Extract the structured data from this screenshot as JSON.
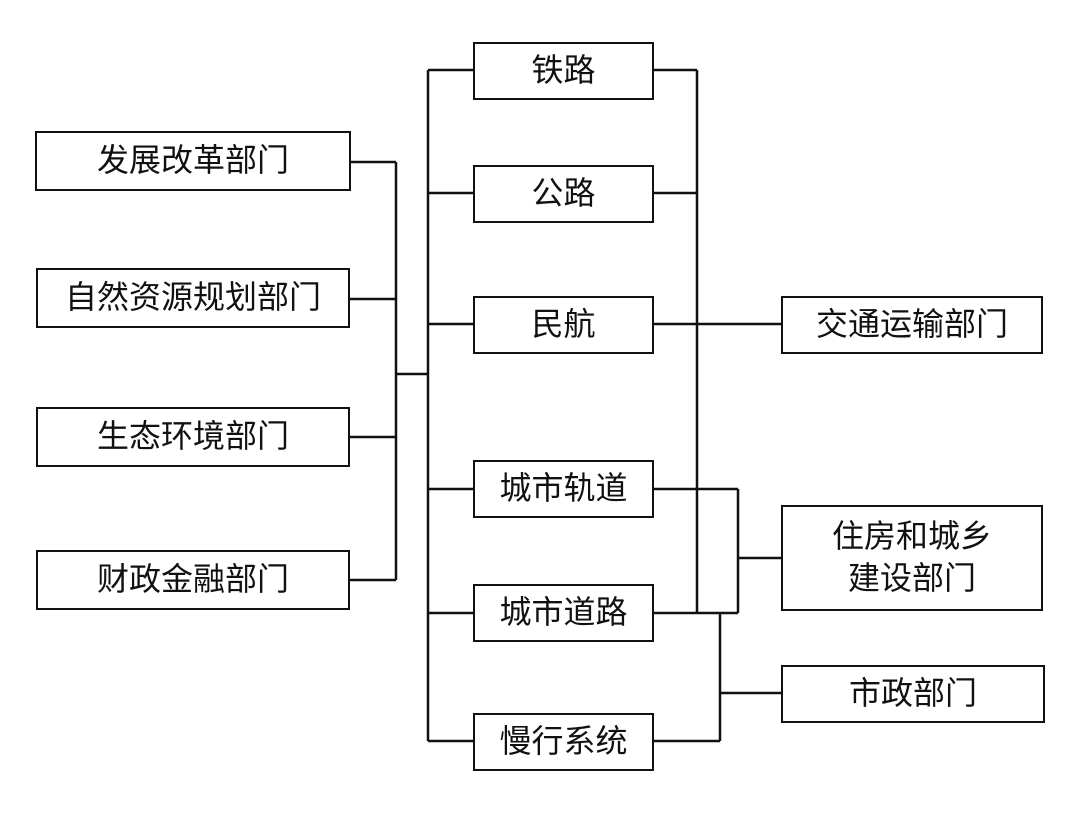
{
  "left_departments": [
    {
      "label": "发展改革部门"
    },
    {
      "label": "自然资源规划部门"
    },
    {
      "label": "生态环境部门"
    },
    {
      "label": "财政金融部门"
    }
  ],
  "transport_modes": [
    {
      "label": "铁路"
    },
    {
      "label": "公路"
    },
    {
      "label": "民航"
    },
    {
      "label": "城市轨道"
    },
    {
      "label": "城市道路"
    },
    {
      "label": "慢行系统"
    }
  ],
  "right_departments": [
    {
      "label": "交通运输部门"
    },
    {
      "label": "住房和城乡\n建设部门",
      "line1": "住房和城乡",
      "line2": "建设部门"
    },
    {
      "label": "市政部门"
    }
  ]
}
